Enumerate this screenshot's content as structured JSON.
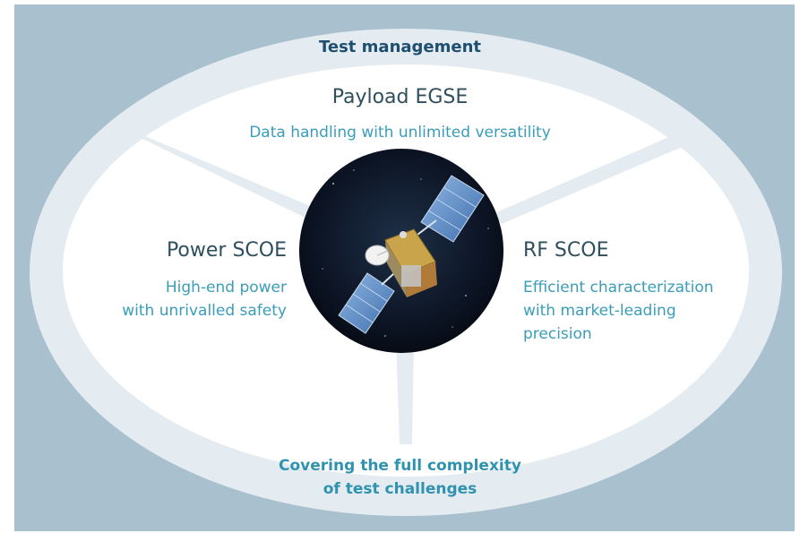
{
  "outer": {
    "title": "Test management",
    "bottom_lines": [
      "Covering the full complexity",
      "of test challenges"
    ]
  },
  "segments": {
    "top": {
      "heading": "Payload EGSE",
      "subtitle": "Data handling with unlimited versatility"
    },
    "left": {
      "heading": "Power SCOE",
      "subtitle_lines": [
        "High-end power",
        "with unrivalled safety"
      ]
    },
    "right": {
      "heading": "RF SCOE",
      "subtitle_lines": [
        "Efficient characterization",
        "with market-leading",
        "precision"
      ]
    }
  },
  "center_image": "satellite-in-orbit",
  "colors": {
    "background": "#a9c0cf",
    "outer_ring": "#e4ecf1",
    "inner_oval": "#ffffff",
    "title": "#1e4e70",
    "accent_text": "#3a9db8"
  }
}
